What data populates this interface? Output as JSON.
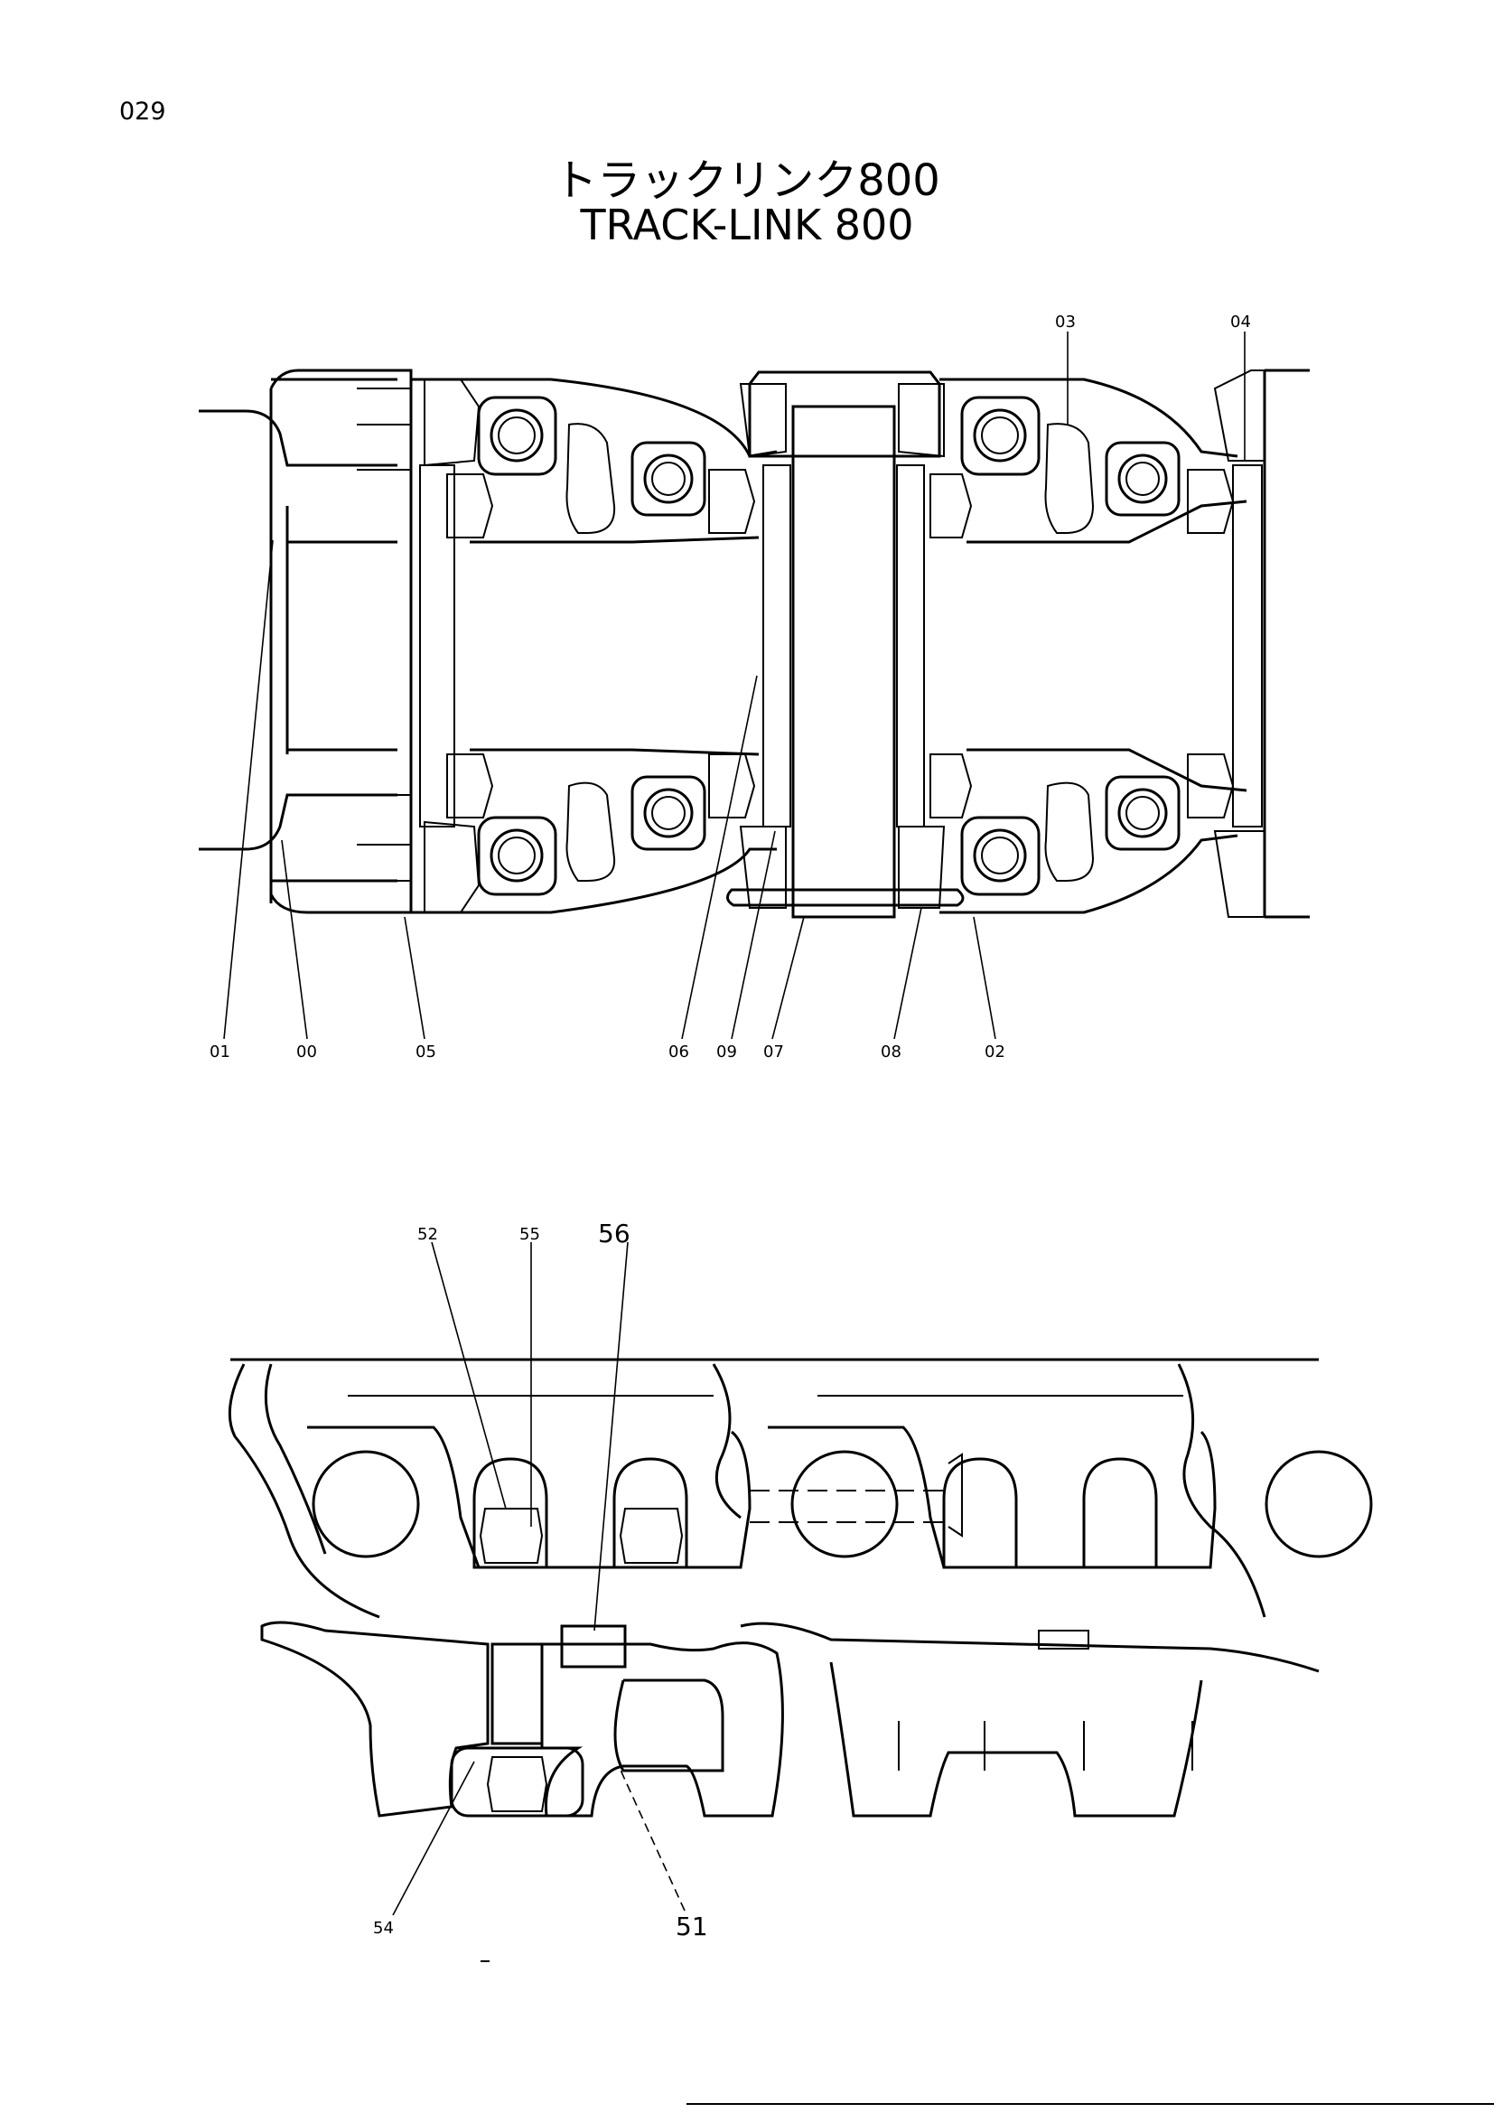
{
  "page": {
    "number": "029",
    "title_jp": "トラックリンク800",
    "title_en": "TRACK-LINK 800"
  },
  "callouts_top": [
    "01",
    "00",
    "05",
    "06",
    "09",
    "07",
    "08",
    "02",
    "03",
    "04"
  ],
  "callouts_bottom": [
    "52",
    "55",
    "56",
    "54",
    "51"
  ]
}
